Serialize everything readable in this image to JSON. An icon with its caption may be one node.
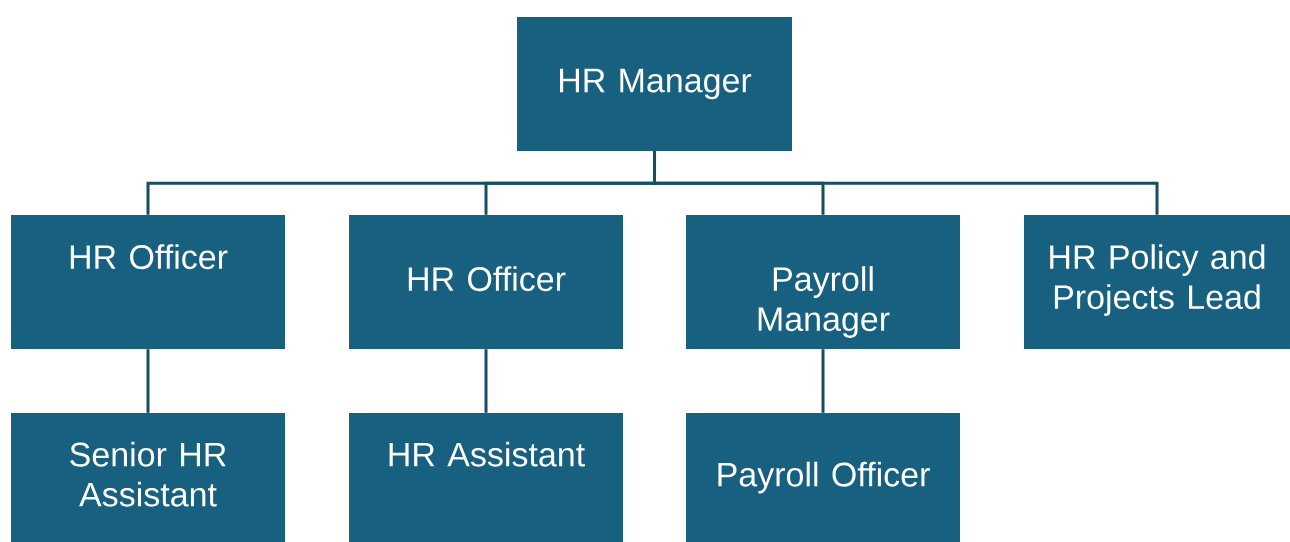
{
  "diagram": {
    "nodes": [
      {
        "text": [
          "HR Manager"
        ]
      },
      {
        "text": [
          "HR Officer"
        ]
      },
      {
        "text": [
          "HR Officer"
        ]
      },
      {
        "text": [
          "Payroll Manager"
        ]
      },
      {
        "text": [
          "HR Policy and Projects Lead"
        ]
      },
      {
        "text": [
          "Senior HR Assistant"
        ]
      },
      {
        "text": [
          "HR Assistant"
        ]
      },
      {
        "text": [
          "Payroll Officer"
        ]
      }
    ],
    "edges": [
      {
        "from": 0,
        "to": 1,
        "arrow": "none"
      },
      {
        "from": 0,
        "to": 2,
        "arrow": "none"
      },
      {
        "from": 0,
        "to": 3,
        "arrow": "none"
      },
      {
        "from": 0,
        "to": 4,
        "arrow": "none"
      },
      {
        "from": 1,
        "to": 5,
        "arrow": "none"
      },
      {
        "from": 2,
        "to": 6,
        "arrow": "none"
      },
      {
        "from": 3,
        "to": 7,
        "arrow": "none"
      }
    ]
  }
}
